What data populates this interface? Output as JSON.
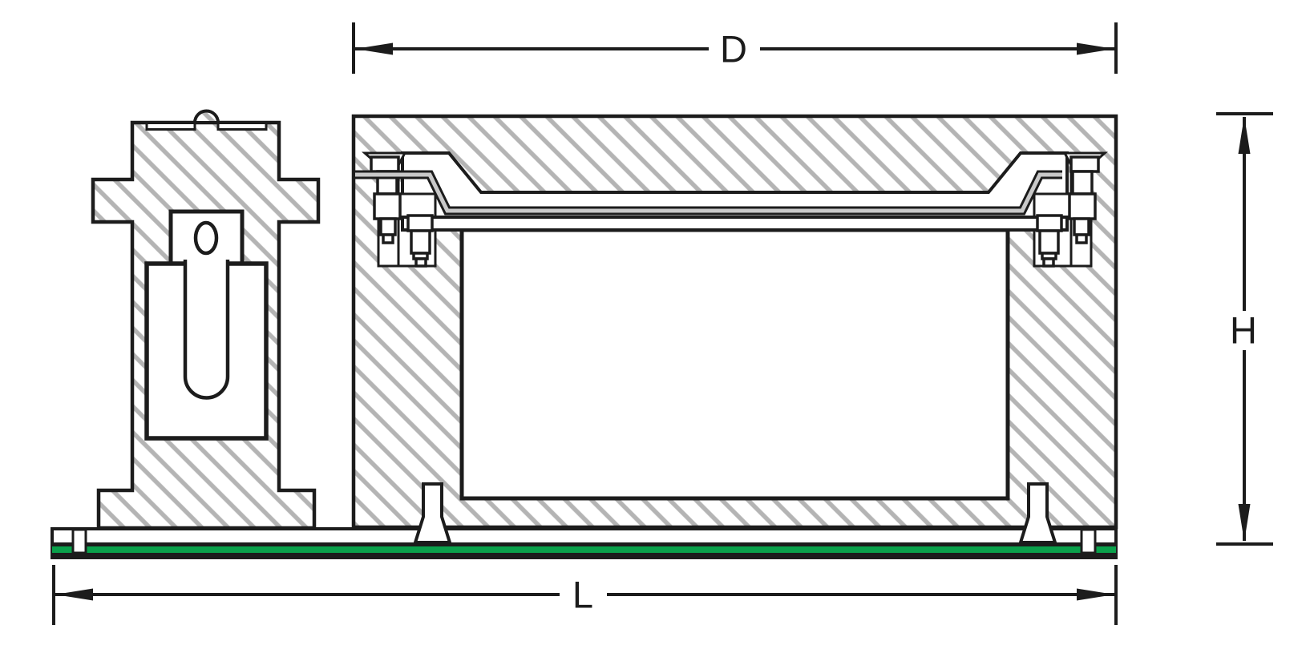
{
  "drawing": {
    "description": "Engineering cross-section drawing of a clamped-lid vessel and support fixture on a base plate",
    "dimension_labels": {
      "width": "D",
      "height": "H",
      "length": "L"
    }
  },
  "colors": {
    "line": "#1c1c1c",
    "hatch_gray": "#b4b4b4",
    "accent_green": "#0aa14b",
    "liner_gray": "#c9c9c9",
    "background": "#ffffff"
  }
}
